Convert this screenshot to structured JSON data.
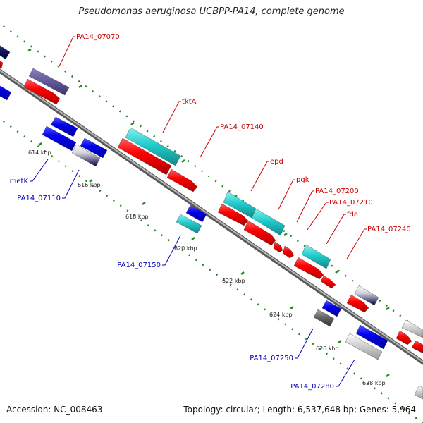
{
  "title": "Pseudomonas aeruginosa UCBPP-PA14, complete genome",
  "footer": {
    "accession": "Accession: NC_008463",
    "topology": "Topology: circular; Length: 6,537,648 bp; Genes: 5,964"
  },
  "colors": {
    "forward_gene": "#ff0000",
    "reverse_gene": "#0000ee",
    "highlight_gene": "#22cccc",
    "forward_label": "#cc0000",
    "reverse_label": "#0000bb",
    "backbone": "#888888",
    "ticks": "#228822"
  },
  "tick_labels": [
    "614 kbp",
    "616 kbp",
    "618 kbp",
    "620 kbp",
    "622 kbp",
    "624 kbp",
    "626 kbp",
    "628 kbp"
  ],
  "gene_labels": {
    "forward": [
      "PA14_07070",
      "tktA",
      "PA14_07140",
      "epd",
      "pgk",
      "PA14_07200",
      "PA14_07210",
      "fda",
      "PA14_07240"
    ],
    "reverse": [
      "metK",
      "PA14_07110",
      "PA14_07150",
      "PA14_07250",
      "PA14_07280"
    ]
  }
}
